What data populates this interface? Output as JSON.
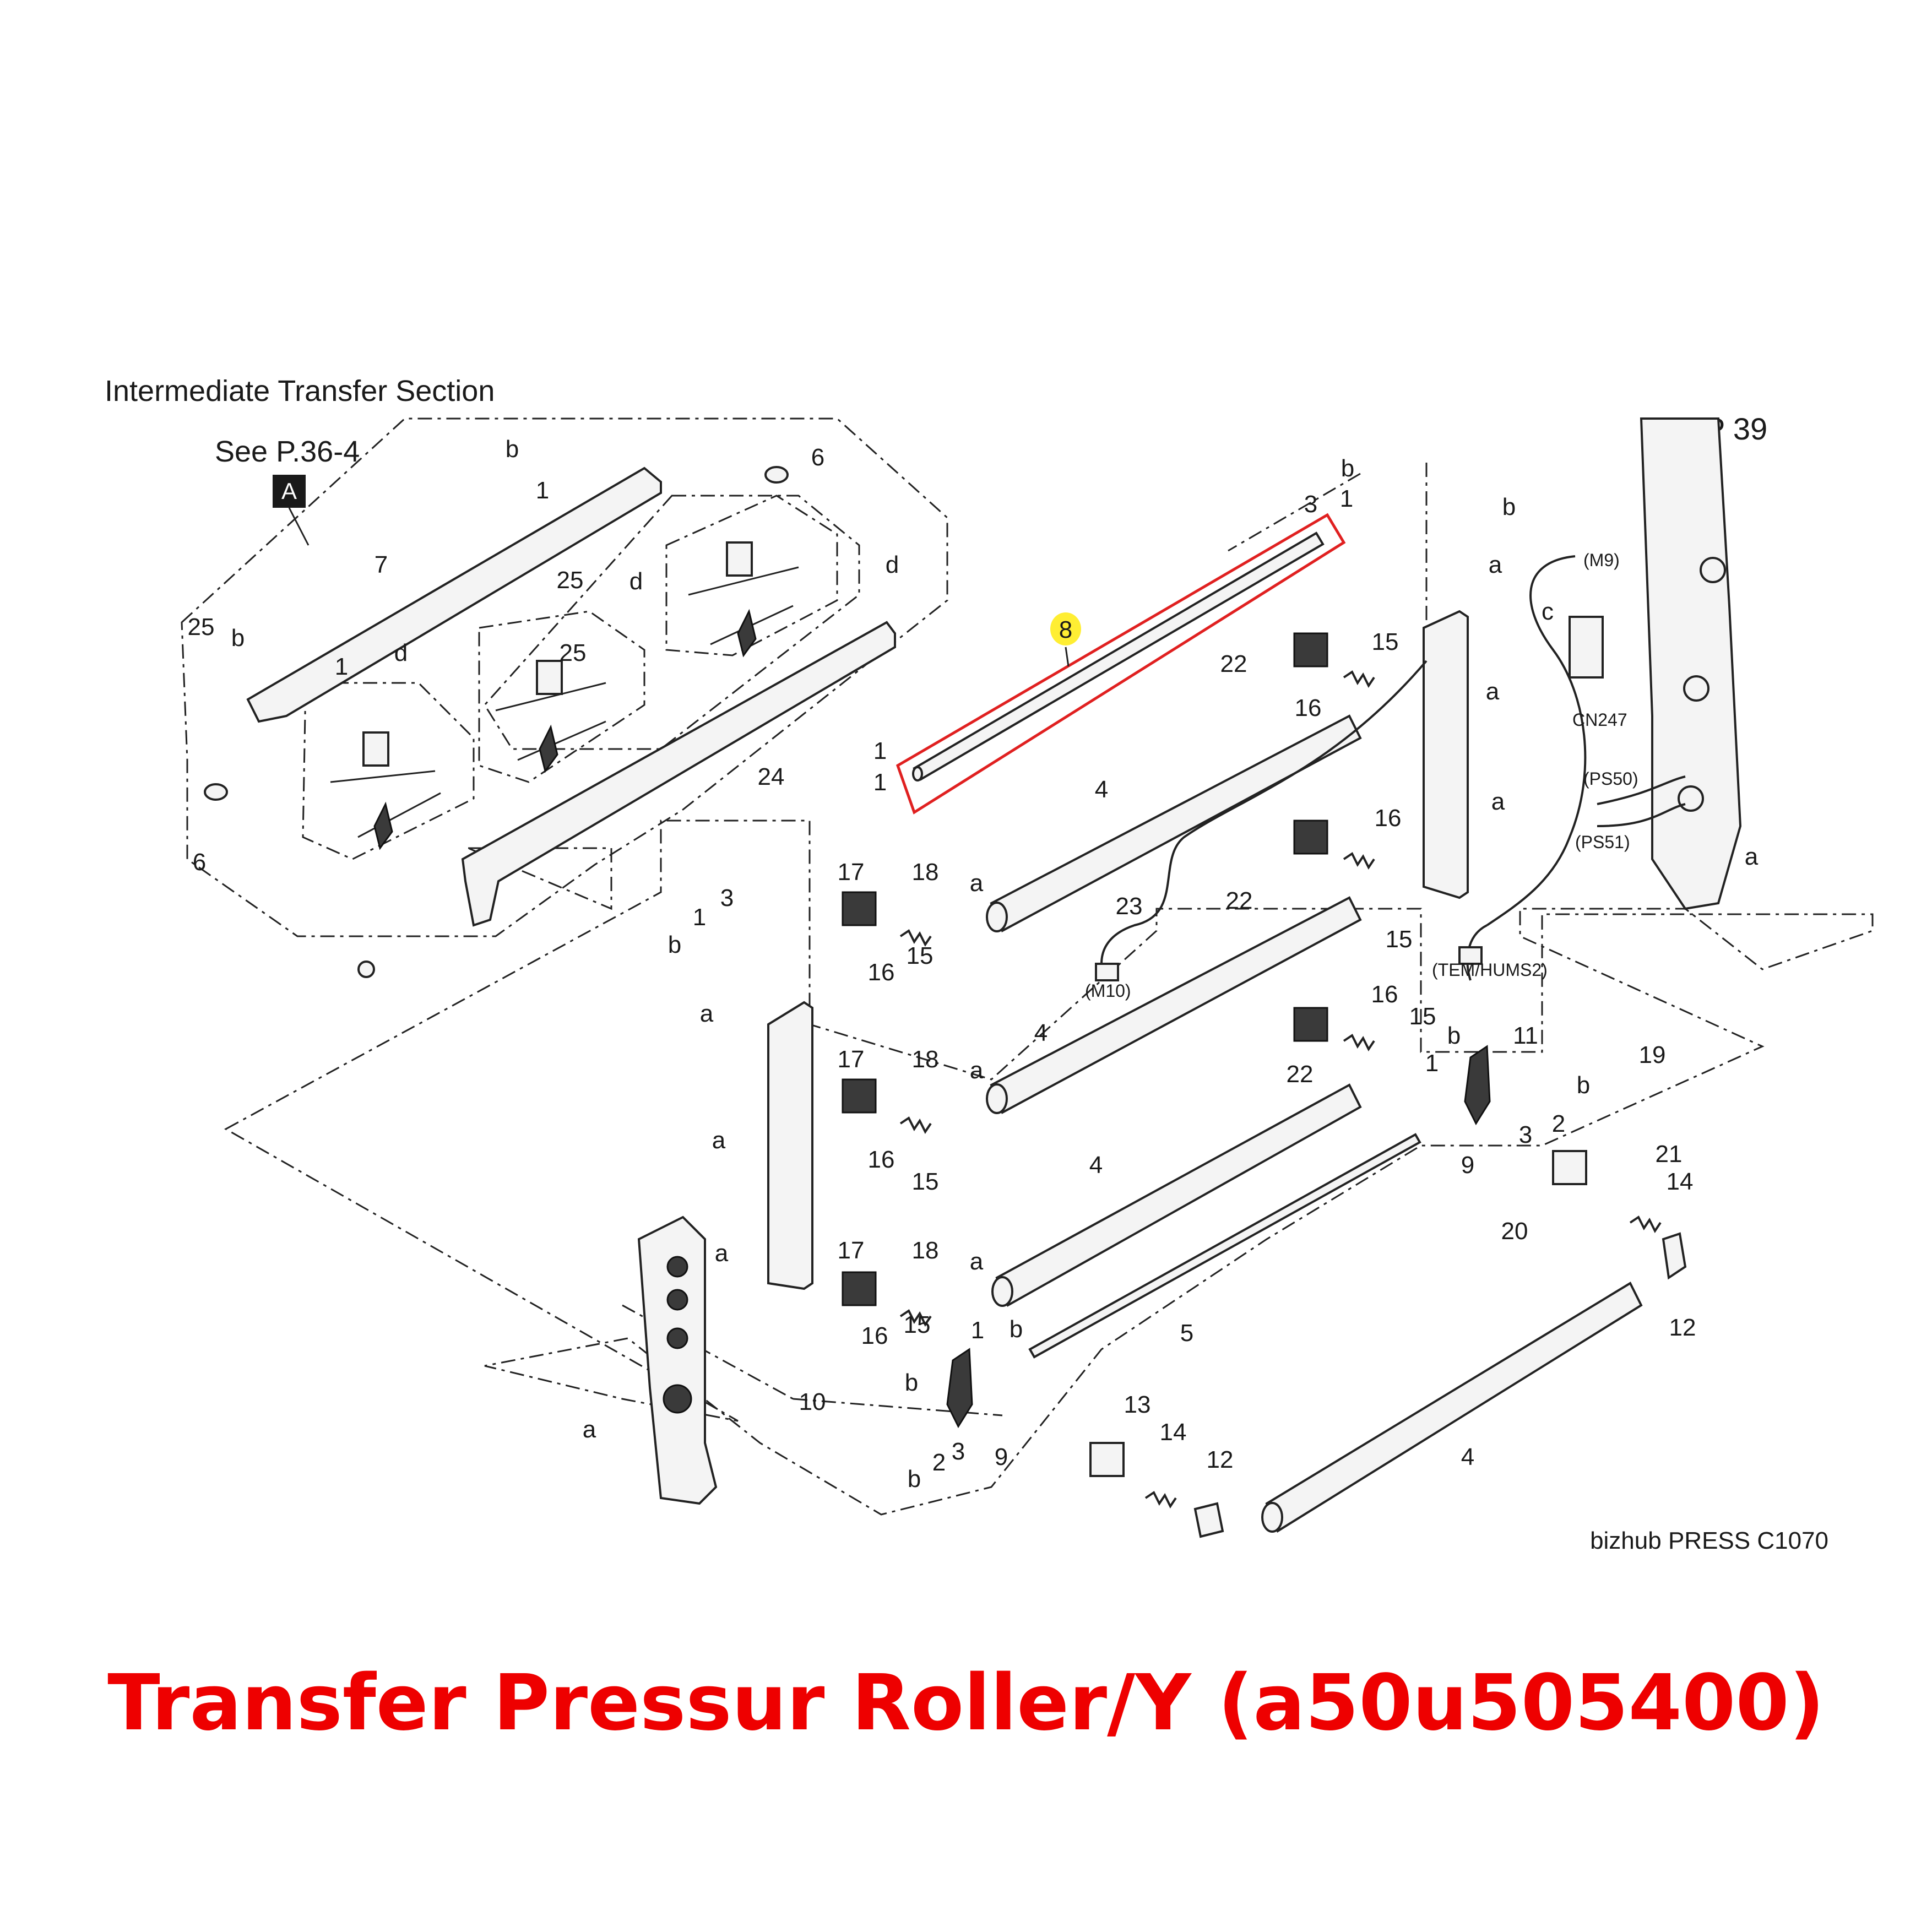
{
  "header": {
    "section_title": "Intermediate Transfer Section",
    "see_reference": "See P.36-4",
    "reference_badge": "A",
    "page_ref": "P 39"
  },
  "model_name": "bizhub PRESS C1070",
  "caption": "Transfer Pressur Roller/Y (a50u505400)",
  "highlight": {
    "part_number": "8",
    "highlight_color": "#ffee33",
    "box_color": "#e02020"
  },
  "connectors": [
    "(M9)",
    "CN247",
    "(PS50)",
    "(PS51)",
    "(TEM/HUMS2)",
    "(M10)"
  ],
  "callouts": [
    "b",
    "1",
    "6",
    "7",
    "d",
    "25",
    "d",
    "25",
    "b",
    "1",
    "d",
    "25",
    "6",
    "24",
    "1",
    "b",
    "3",
    "1",
    "b",
    "a",
    "c",
    "22",
    "15",
    "16",
    "1",
    "4",
    "a",
    "22",
    "16",
    "15",
    "23",
    "a",
    "a",
    "17",
    "18",
    "a",
    "16",
    "15",
    "b",
    "1",
    "3",
    "a",
    "17",
    "18",
    "a",
    "16",
    "15",
    "4",
    "a",
    "17",
    "18",
    "a",
    "16",
    "15",
    "a",
    "22",
    "16",
    "15",
    "4",
    "1",
    "b",
    "11",
    "b",
    "2",
    "3",
    "9",
    "19",
    "21",
    "14",
    "20",
    "12",
    "5",
    "1",
    "b",
    "10",
    "b",
    "3",
    "9",
    "2",
    "b",
    "a",
    "13",
    "14",
    "12",
    "4"
  ]
}
